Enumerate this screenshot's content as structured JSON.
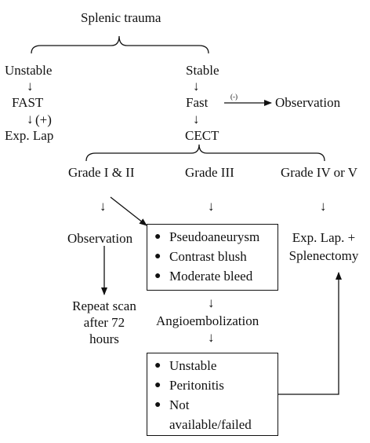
{
  "root": "Splenic trauma",
  "left": {
    "label": "Unstable",
    "step": "FAST",
    "edge": "(+)",
    "result": "Exp. Lap"
  },
  "right": {
    "label": "Stable",
    "step": "Fast",
    "edge": "(-)",
    "side_result": "Observation",
    "imaging": "CECT"
  },
  "grades": [
    "Grade I & II",
    "Grade III",
    "Grade IV or V"
  ],
  "down_arrow": "↓",
  "bullet": "●",
  "observation": "Observation",
  "repeat_scan": [
    "Repeat scan",
    "after 72",
    "hours"
  ],
  "grade3_box": [
    "Pseudoaneurysm",
    "Contrast blush",
    "Moderate bleed"
  ],
  "angioembolization": "Angioembolization",
  "failure_box": [
    "Unstable",
    "Peritonitis",
    "Not",
    "available/failed"
  ],
  "surgery": [
    "Exp. Lap. +",
    "Splenectomy"
  ]
}
